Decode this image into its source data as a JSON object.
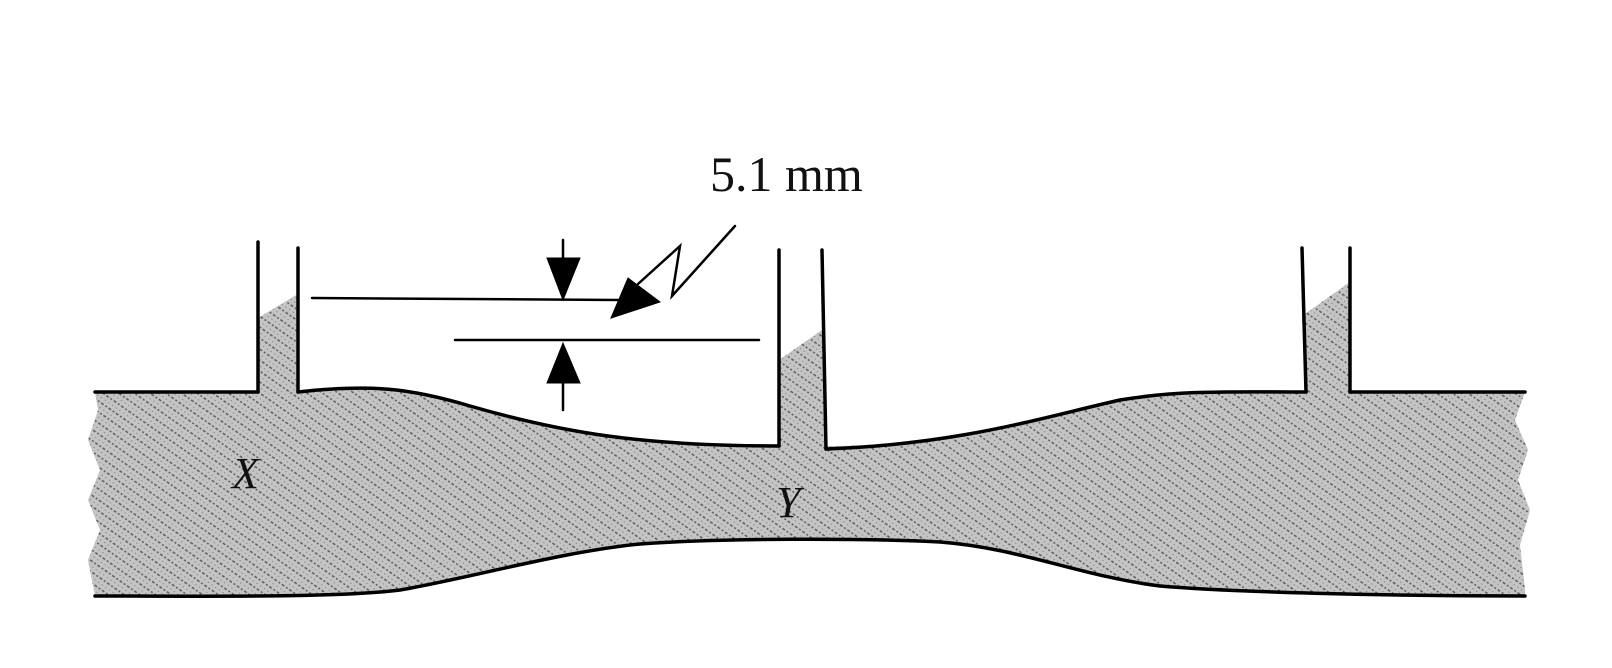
{
  "diagram": {
    "dimension_label": "5.1 mm",
    "point_labels": {
      "x": "X",
      "y": "Y"
    },
    "colors": {
      "ink": "#000000",
      "fluid_fill": "#b9b9b9",
      "background": "#ffffff"
    }
  }
}
